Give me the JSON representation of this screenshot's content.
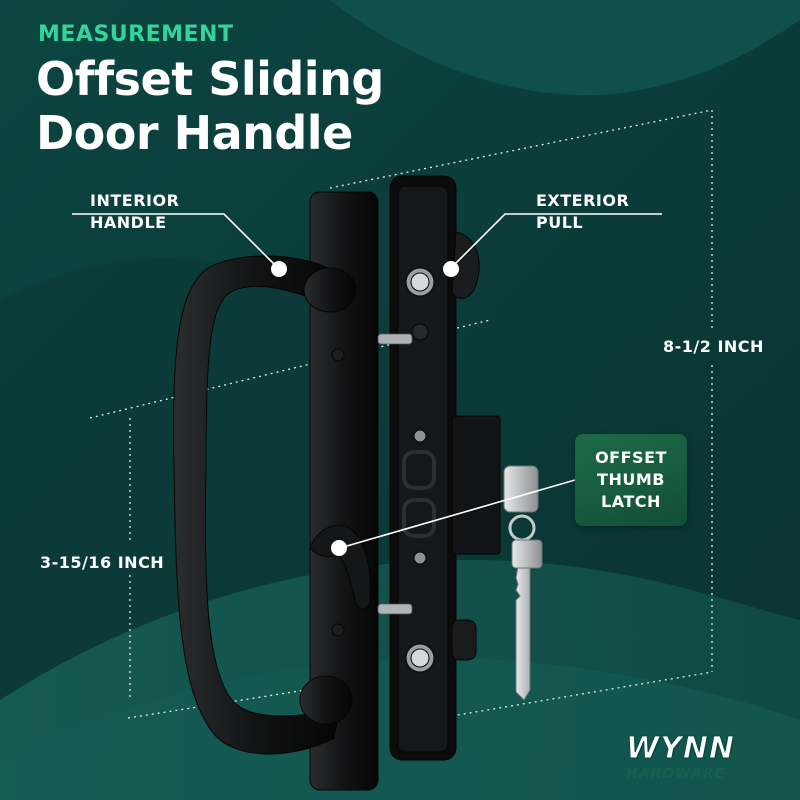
{
  "header": {
    "eyebrow": "MEASUREMENT",
    "title_line1": "Offset Sliding",
    "title_line2": "Door Handle"
  },
  "callouts": {
    "interior_handle_line1": "INTERIOR",
    "interior_handle_line2": "HANDLE",
    "exterior_pull_line1": "EXTERIOR",
    "exterior_pull_line2": "PULL",
    "thumb_latch_line1": "OFFSET",
    "thumb_latch_line2": "THUMB",
    "thumb_latch_line3": "LATCH"
  },
  "dimensions": {
    "height": "8-1/2 INCH",
    "hole_spacing": "3-15/16 INCH"
  },
  "logo": {
    "brand": "WYNN",
    "subtitle": "HARDWARE"
  },
  "colors": {
    "background": "#0c3c3a",
    "accent": "#34d39a",
    "callout_box": "#1a6442",
    "hardware": "#141516",
    "white": "#ffffff"
  }
}
